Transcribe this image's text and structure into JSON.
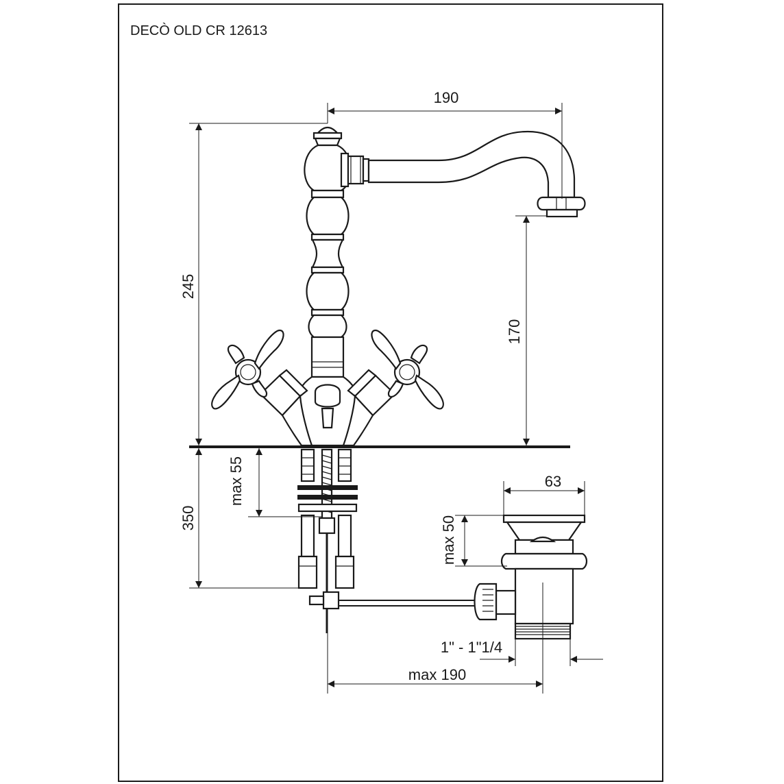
{
  "title": "DECÒ OLD CR 12613",
  "dimensions": {
    "spout_reach": "190",
    "total_height": "245",
    "spout_height": "170",
    "below_deck": "350",
    "deck_thickness": "max 55",
    "waste_diameter": "63",
    "waste_deck": "max 50",
    "waste_thread": "1\" - 1\"1/4",
    "pop_up_reach": "max 190"
  },
  "colors": {
    "line": "#1a1a1a",
    "background": "#ffffff"
  }
}
